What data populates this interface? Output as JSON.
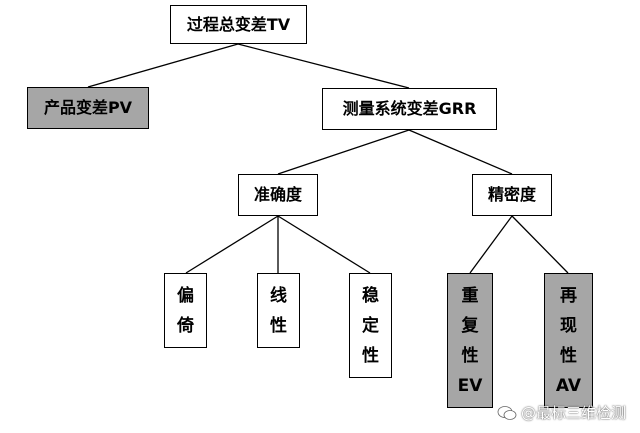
{
  "diagram": {
    "root": "过程总变差TV",
    "product_variation": "产品变差PV",
    "measurement_system": "测量系统变差GRR",
    "accuracy": "准确度",
    "precision": "精密度",
    "bias": [
      "偏",
      "倚"
    ],
    "linearity": [
      "线",
      "性"
    ],
    "stability": [
      "稳",
      "定",
      "性"
    ],
    "repeatability": [
      "重",
      "复",
      "性",
      "EV"
    ],
    "reproducibility": [
      "再",
      "现",
      "性",
      "AV"
    ]
  },
  "highlight_color": "#a6a6a6",
  "watermark": {
    "text": "@最标三维检测",
    "icon": "chat-bubble-icon"
  }
}
